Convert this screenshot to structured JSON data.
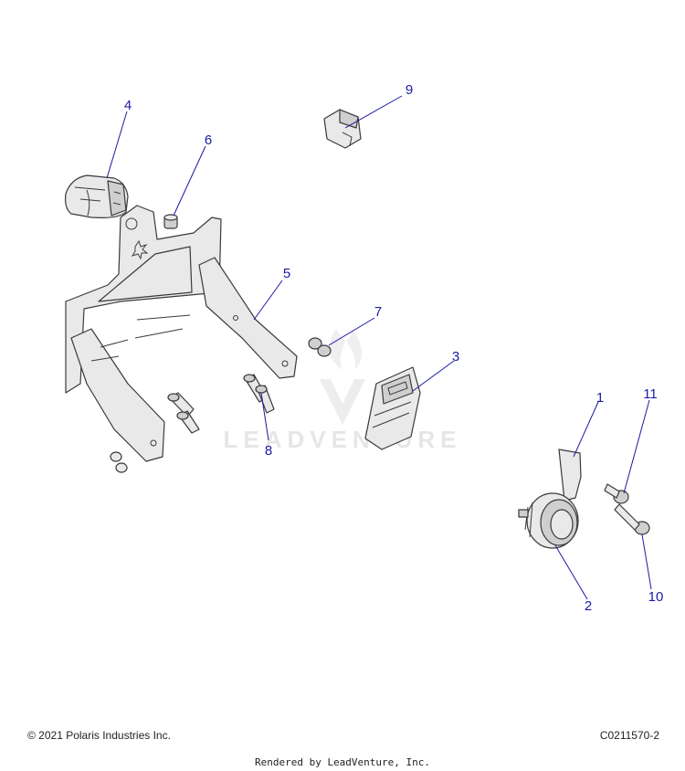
{
  "callouts": [
    {
      "num": "1"
    },
    {
      "num": "2"
    },
    {
      "num": "3"
    },
    {
      "num": "4"
    },
    {
      "num": "5"
    },
    {
      "num": "6"
    },
    {
      "num": "7"
    },
    {
      "num": "8"
    },
    {
      "num": "9"
    },
    {
      "num": "10"
    },
    {
      "num": "11"
    }
  ],
  "watermark": {
    "text": "LEADVENTURE"
  },
  "footer": {
    "copyright": "© 2021 Polaris Industries Inc.",
    "diagram_id": "C0211570-2",
    "rendered_by": "Rendered by LeadVenture, Inc."
  }
}
